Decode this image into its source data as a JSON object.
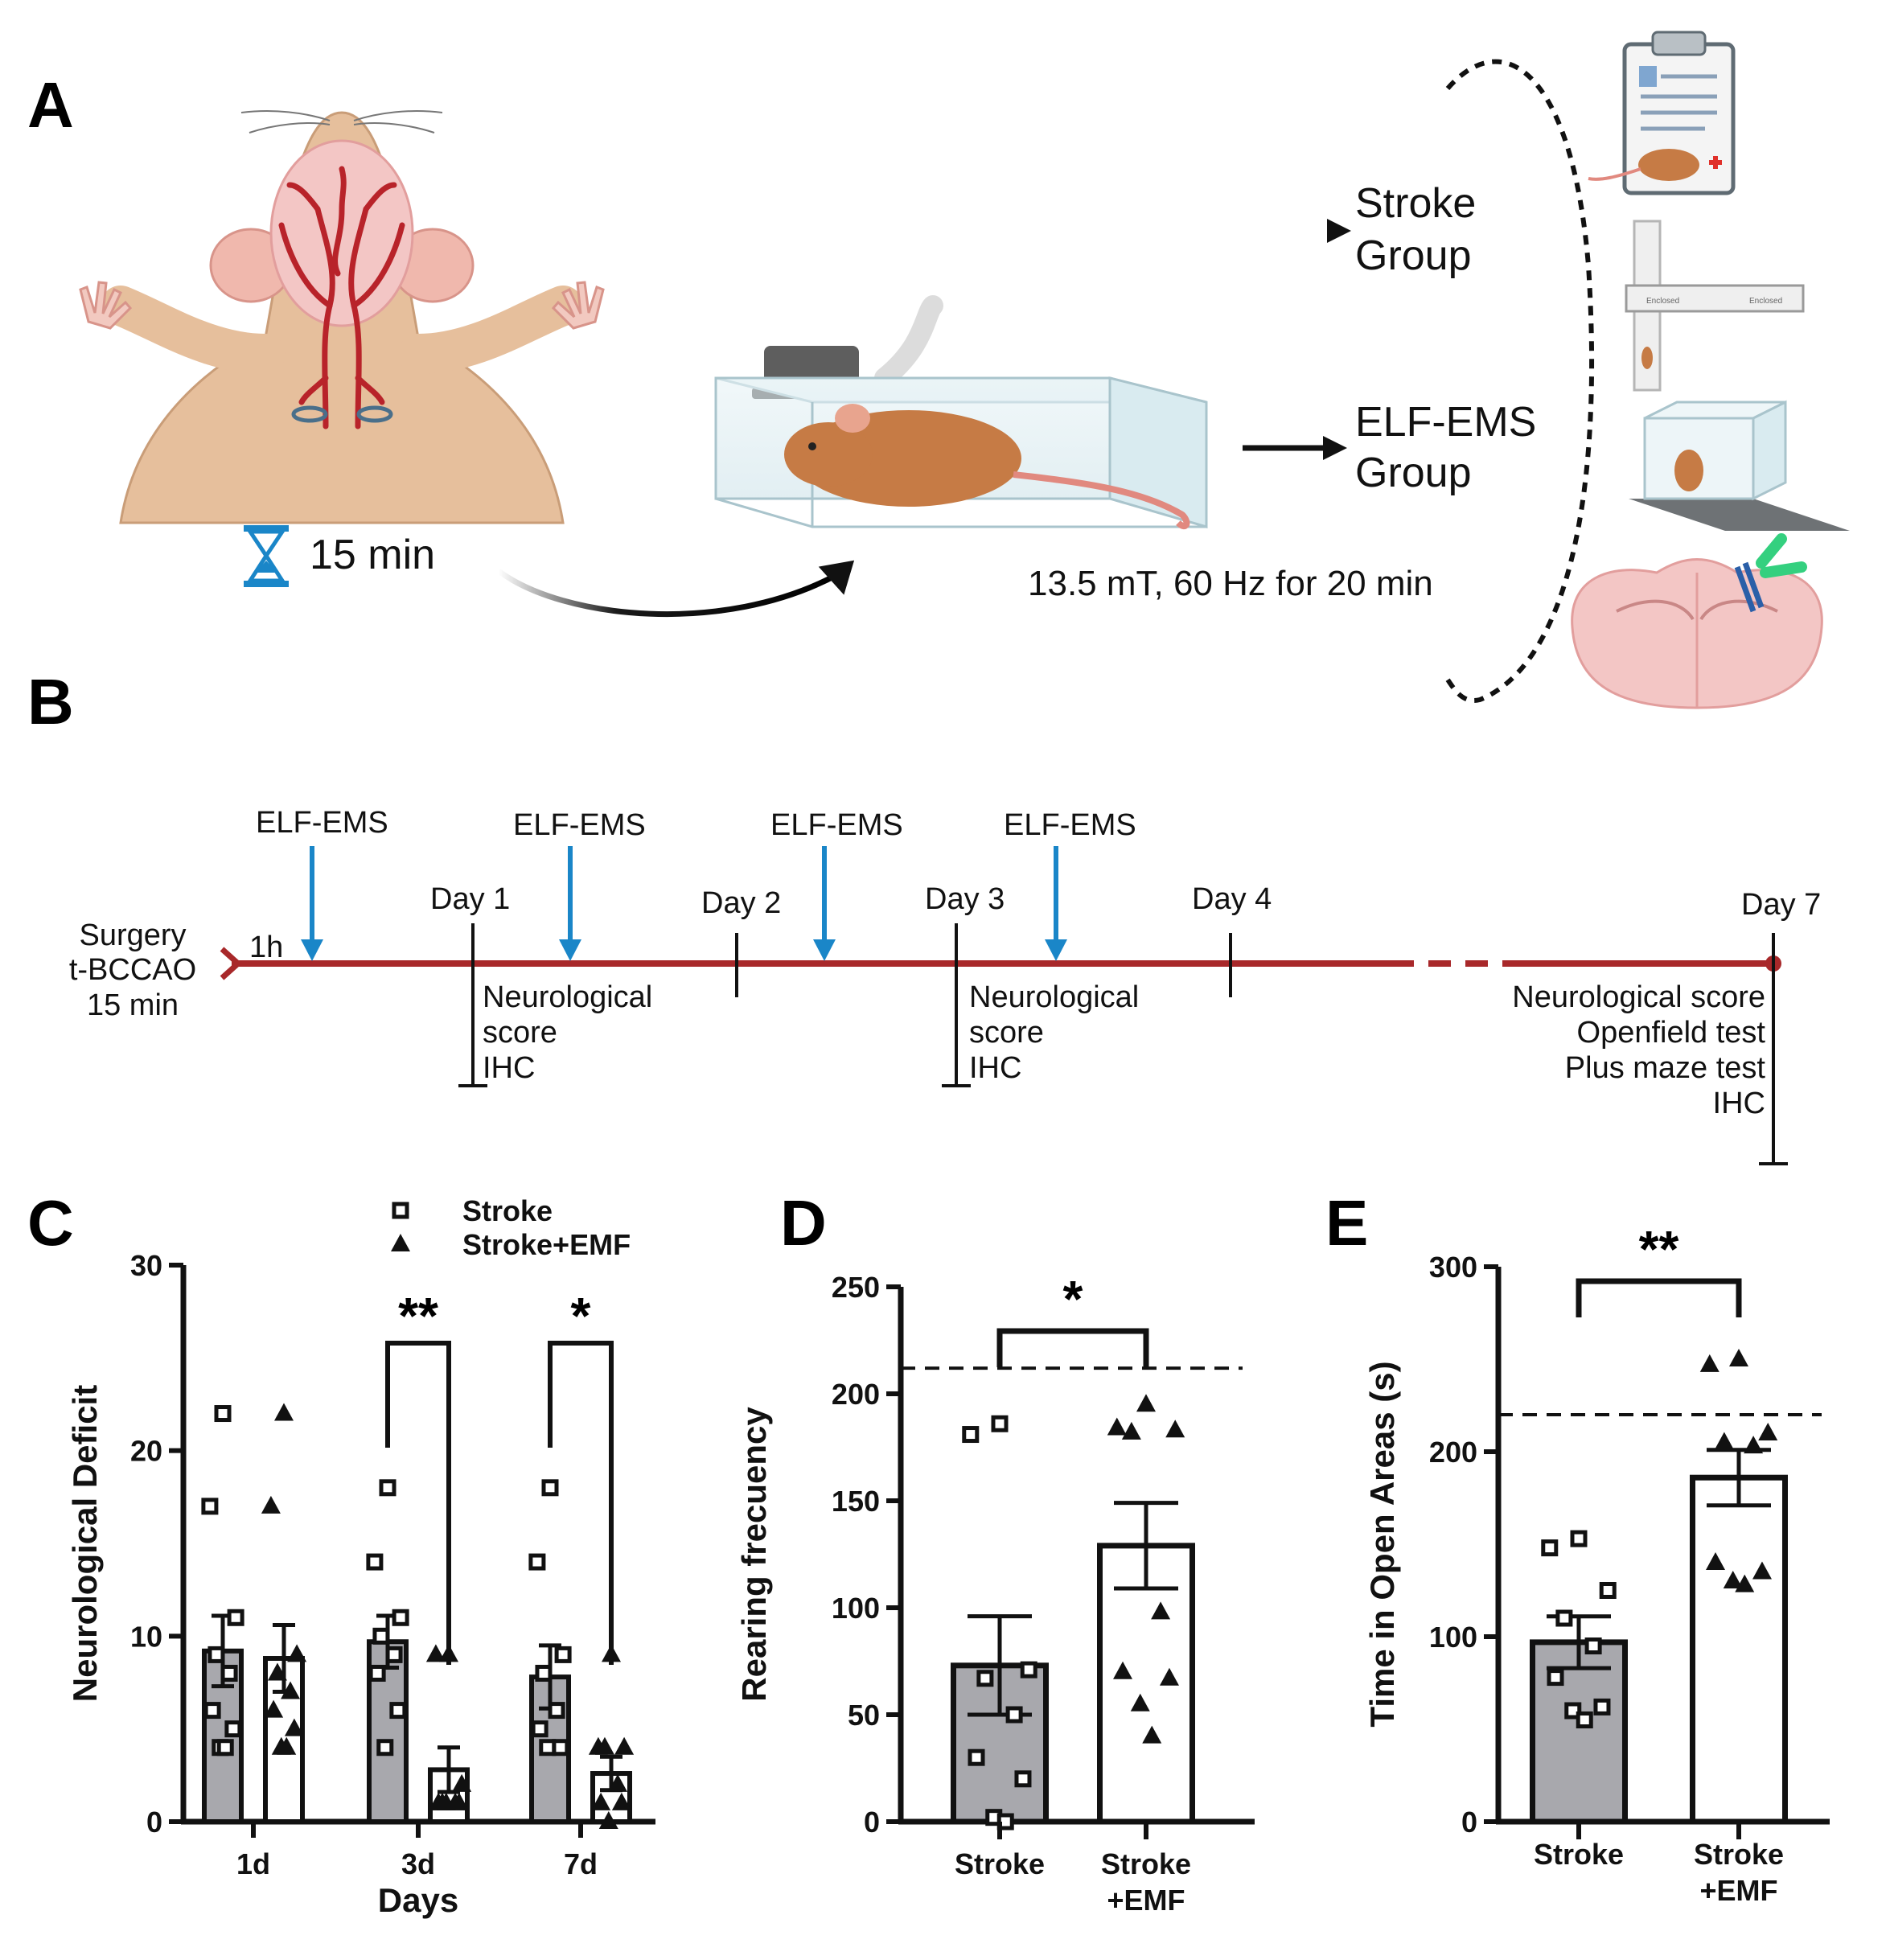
{
  "panel_labels": [
    "A",
    "B",
    "C",
    "D",
    "E"
  ],
  "panelA": {
    "duration": "15 min",
    "stroke_group": [
      "Stroke",
      "Group"
    ],
    "elf_group": [
      "ELF-EMS",
      "Group"
    ],
    "stimulation": "13.5 mT, 60 Hz for 20 min",
    "maze_labels": [
      "Enclosed",
      "Enclosed"
    ]
  },
  "panelB": {
    "surgery": [
      "Surgery",
      "t-BCCAO",
      "15 min"
    ],
    "first_dose_time": "1h",
    "treatment_label": "ELF-EMS",
    "days": [
      "Day 1",
      "Day 2",
      "Day 3",
      "Day 4",
      "Day 7"
    ],
    "day1_tests": [
      "Neurological",
      "score",
      "IHC"
    ],
    "day3_tests": [
      "Neurological",
      "score",
      "IHC"
    ],
    "day7_tests": [
      "Neurological score",
      "Openfield test",
      "Plus maze test",
      "IHC"
    ],
    "colors": {
      "timeline": "#a8282a",
      "arrow": "#1a86c8"
    }
  },
  "chart_data": [
    {
      "panel": "C",
      "type": "bar",
      "xlabel": "Days",
      "ylabel": "Neurological Deficit",
      "ylim": [
        0,
        30
      ],
      "yticks": [
        0,
        10,
        20,
        30
      ],
      "categories": [
        "1d",
        "3d",
        "7d"
      ],
      "legend_position": "top-right",
      "series": [
        {
          "name": "Stroke",
          "marker": "square",
          "fill": "#a8a8ad",
          "values": [
            9.2,
            9.7,
            7.8
          ],
          "sem": [
            1.9,
            1.4,
            1.7
          ],
          "points": [
            [
              22,
              17,
              11,
              9,
              8,
              6,
              5,
              4,
              4
            ],
            [
              18,
              14,
              11,
              10,
              9,
              8,
              6,
              4
            ],
            [
              18,
              14,
              9,
              8,
              6,
              5,
              4,
              4
            ]
          ]
        },
        {
          "name": "Stroke+EMF",
          "marker": "triangle",
          "fill": "#ffffff",
          "values": [
            8.8,
            2.8,
            2.6
          ],
          "sem": [
            1.8,
            1.2,
            0.9
          ],
          "points": [
            [
              22,
              17,
              9,
              8,
              7,
              6,
              5,
              4,
              4
            ],
            [
              9,
              9,
              2,
              1,
              1,
              1,
              1,
              1
            ],
            [
              9,
              4,
              4,
              4,
              2,
              1,
              1,
              0
            ]
          ]
        }
      ],
      "significance": [
        {
          "category": "3d",
          "label": "**"
        },
        {
          "category": "7d",
          "label": "*"
        }
      ]
    },
    {
      "panel": "D",
      "type": "bar",
      "ylabel": "Rearing frecuency",
      "ylim": [
        0,
        250
      ],
      "yticks": [
        0,
        50,
        100,
        150,
        200,
        250
      ],
      "categories": [
        "Stroke",
        "Stroke\n+EMF"
      ],
      "values": [
        73,
        129
      ],
      "sem": [
        23,
        20
      ],
      "fills": [
        "#a8a8ad",
        "#ffffff"
      ],
      "markers": [
        "square",
        "triangle"
      ],
      "points": [
        [
          186,
          181,
          71,
          67,
          50,
          30,
          20,
          2,
          0
        ],
        [
          195,
          184,
          183,
          182,
          98,
          70,
          67,
          55,
          40
        ]
      ],
      "reference_line": 212,
      "significance": "*"
    },
    {
      "panel": "E",
      "type": "bar",
      "ylabel": "Time in Open Areas (s)",
      "ylim": [
        0,
        300
      ],
      "yticks": [
        0,
        100,
        200,
        300
      ],
      "categories": [
        "Stroke",
        "Stroke\n+EMF"
      ],
      "values": [
        97,
        186
      ],
      "sem": [
        14,
        15
      ],
      "fills": [
        "#a8a8ad",
        "#ffffff"
      ],
      "markers": [
        "square",
        "triangle"
      ],
      "points": [
        [
          153,
          148,
          125,
          110,
          95,
          78,
          62,
          60,
          55
        ],
        [
          250,
          247,
          210,
          205,
          203,
          140,
          135,
          130,
          128
        ]
      ],
      "reference_line": 220,
      "significance": "**"
    }
  ]
}
